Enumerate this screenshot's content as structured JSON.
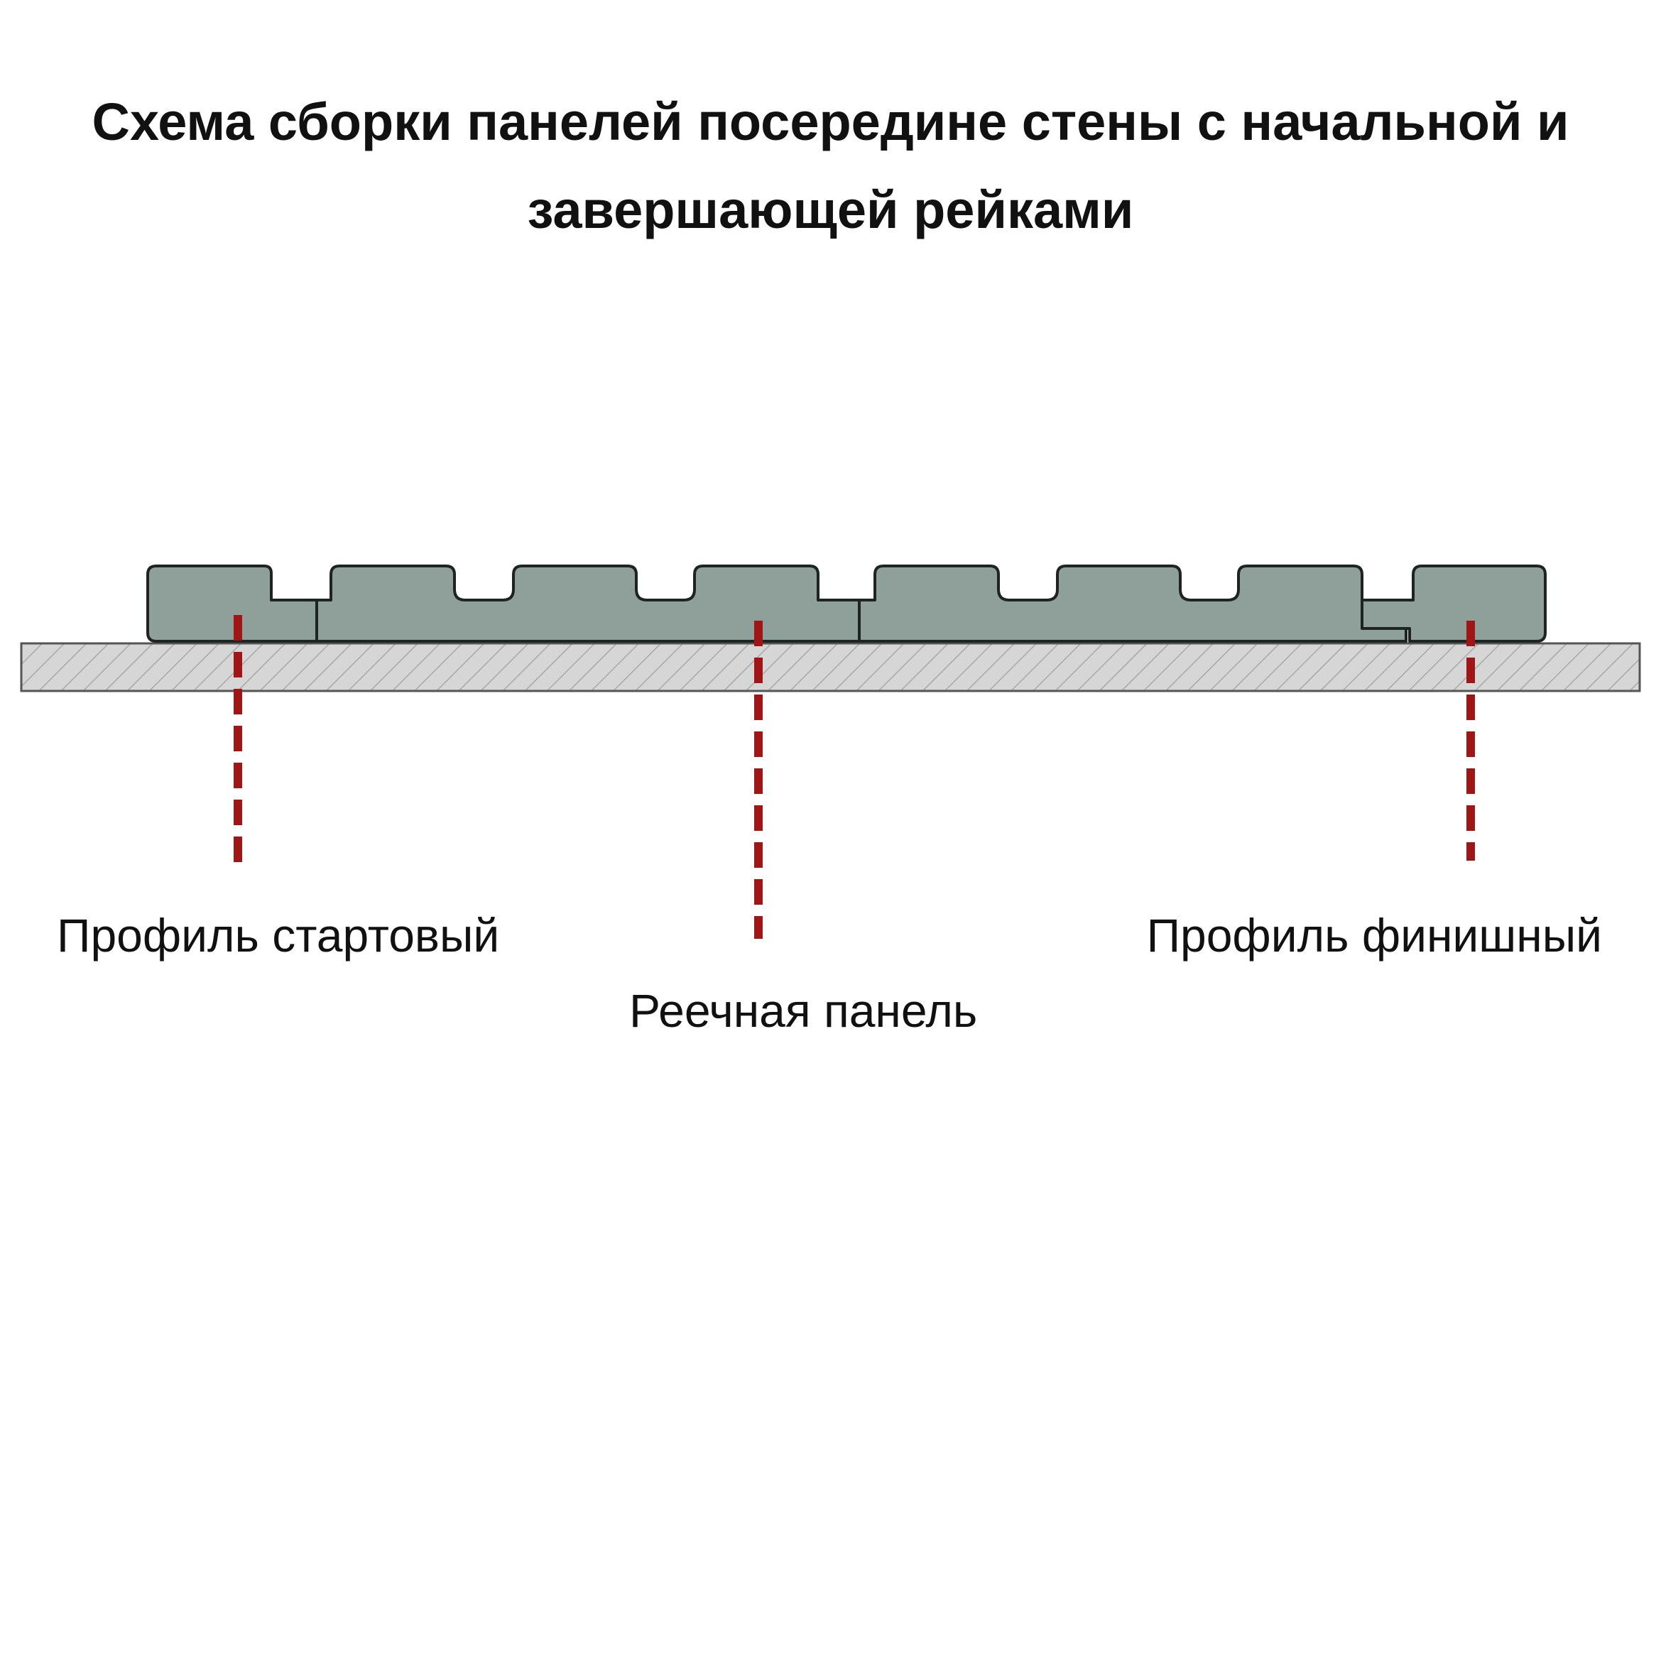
{
  "title": {
    "line1": "Схема сборки панелей посередине стены с начальной и",
    "line2": "завершающей рейками"
  },
  "labels": {
    "start_profile": "Профиль стартовый",
    "slat_panel": "Реечная панель",
    "finish_profile": "Профиль финишный"
  },
  "colors": {
    "panel_fill": "#8fa09a",
    "panel_stroke": "#1e2422",
    "wall_fill": "#d6d6d6",
    "wall_hatch": "#a8a8a8",
    "wall_stroke": "#555555",
    "leader_line": "#a01515"
  }
}
